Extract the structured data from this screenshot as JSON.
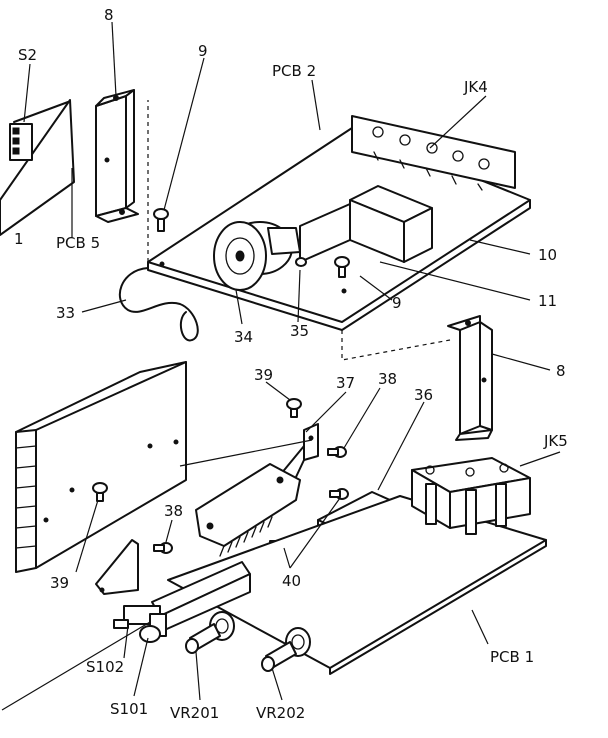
{
  "labels": {
    "s2": "S2",
    "pcb5": "PCB 5",
    "pcb2": "PCB 2",
    "pcb1": "PCB 1",
    "jk4": "JK4",
    "jk5": "JK5",
    "n8_top": "8",
    "n8_right": "8",
    "n9_top": "9",
    "n9_mid": "9",
    "n10": "10",
    "n11": "11",
    "n33": "33",
    "n34": "34",
    "n35": "35",
    "n36": "36",
    "n37": "37",
    "n38_top": "38",
    "n38_left": "38",
    "n39_top": "39",
    "n39_left": "39",
    "n40": "40",
    "n1": "1",
    "s101": "S101",
    "s102": "S102",
    "vr201": "VR201",
    "vr202": "VR202"
  }
}
